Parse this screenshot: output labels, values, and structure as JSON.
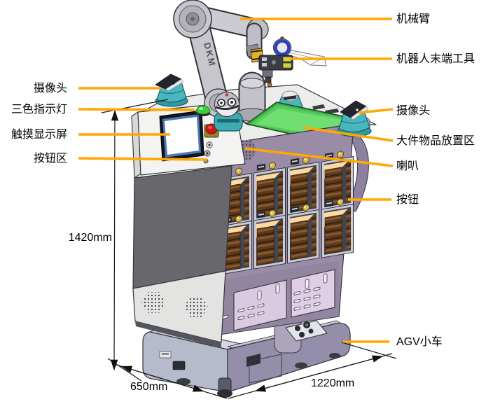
{
  "figure": {
    "kind": "annotated-engineering-diagram",
    "background": "#ffffff",
    "leader_color": "#FFA702",
    "labels": {
      "left": [
        {
          "id": "camera-left",
          "text": "摄像头"
        },
        {
          "id": "tricolor-indicator",
          "text": "三色指示灯"
        },
        {
          "id": "touch-screen",
          "text": "触摸显示屏"
        },
        {
          "id": "button-area",
          "text": "按钮区"
        }
      ],
      "right": [
        {
          "id": "robot-arm",
          "text": "机械臂"
        },
        {
          "id": "robot-end-tool",
          "text": "机器人末端工具"
        },
        {
          "id": "camera-right",
          "text": "摄像头"
        },
        {
          "id": "large-item-area",
          "text": "大件物品放置区"
        },
        {
          "id": "speaker",
          "text": "喇叭"
        },
        {
          "id": "button",
          "text": "按钮"
        },
        {
          "id": "agv-cart",
          "text": "AGV小车"
        }
      ]
    },
    "dimensions": {
      "height": "1420mm",
      "depth": "650mm",
      "width": "1220mm"
    },
    "machine": {
      "arm_brand": "DKM",
      "colors": {
        "body_purple": "#9A8CA6",
        "body_dark_gray": "#68686C",
        "body_light_gray": "#E3E3E1",
        "panel_white": "#F3F3F1",
        "tray_green": "#5ED45E",
        "camera_teal": "#49B6BE",
        "agv_blue_gray": "#B6BBCC",
        "copper_tray": "#6B4522",
        "indicator_green": "#3ECC3E",
        "estop_red": "#D01818"
      }
    }
  }
}
